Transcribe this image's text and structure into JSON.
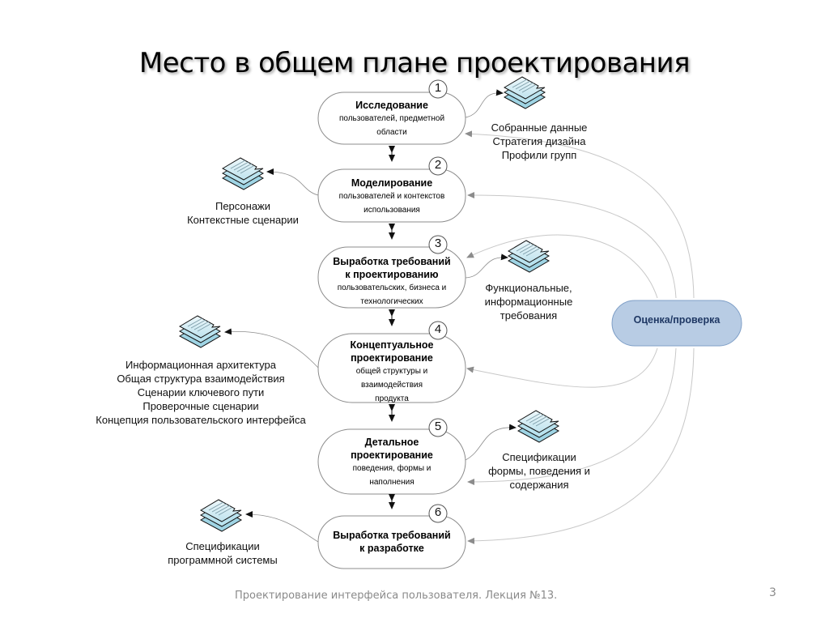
{
  "title": "Место в общем плане проектирования",
  "footer": "Проектирование интерфейса пользователя. Лекция №13.",
  "page_number": "3",
  "colors": {
    "evaluation_fill": "#b8cce4",
    "evaluation_stroke": "#7f9fc7",
    "evaluation_text": "#1f3864",
    "connector": "#a6a6a6",
    "doc_fill": "#d6eef6"
  },
  "stages": [
    {
      "number": "1",
      "title": [
        "Исследование"
      ],
      "subtitle": [
        "пользователей, предметной",
        "области"
      ]
    },
    {
      "number": "2",
      "title": [
        "Моделирование"
      ],
      "subtitle": [
        "пользователей и контекстов",
        "использования"
      ]
    },
    {
      "number": "3",
      "title": [
        "Выработка требований",
        "к проектированию"
      ],
      "subtitle": [
        "пользовательских, бизнеса и",
        "технологических"
      ]
    },
    {
      "number": "4",
      "title": [
        "Концептуальное",
        "проектирование"
      ],
      "subtitle": [
        "общей структуры и",
        "взаимодействия",
        "продукта"
      ]
    },
    {
      "number": "5",
      "title": [
        "Детальное",
        "проектирование"
      ],
      "subtitle": [
        "поведения, формы и",
        "наполнения"
      ]
    },
    {
      "number": "6",
      "title": [
        "Выработка требований",
        "к разработке"
      ],
      "subtitle": []
    }
  ],
  "artifacts": [
    {
      "stage": "1",
      "lines": [
        "Собранные данные",
        "Стратегия дизайна",
        "Профили групп"
      ]
    },
    {
      "stage": "2",
      "lines": [
        "Персонажи",
        "Контекстные сценарии"
      ]
    },
    {
      "stage": "3",
      "lines": [
        "Функциональные,",
        "информационные",
        "требования"
      ]
    },
    {
      "stage": "4",
      "lines": [
        "Информационная архитектура",
        "Общая структура взаимодействия",
        "Сценарии ключевого пути",
        "Проверочные сценарии",
        "Концепция пользовательского интерфейса"
      ]
    },
    {
      "stage": "5",
      "lines": [
        "Спецификации",
        "формы, поведения и",
        "содержания"
      ]
    },
    {
      "stage": "6",
      "lines": [
        "Спецификации",
        "программной системы"
      ]
    }
  ],
  "evaluation": {
    "label": "Оценка/проверка"
  }
}
